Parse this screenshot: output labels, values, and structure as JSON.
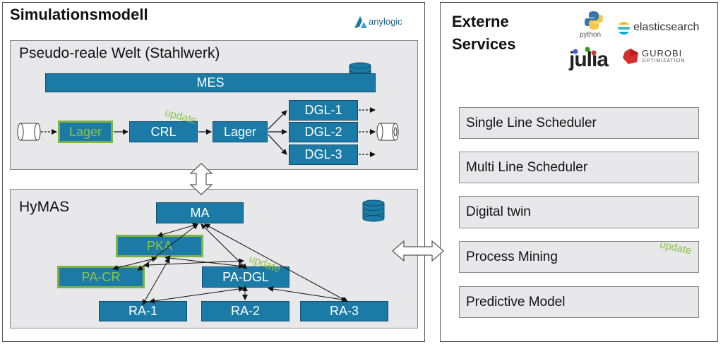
{
  "left_title": "Simulationsmodell",
  "anylogic_label": "anylogic",
  "world": {
    "title": "Pseudo-reale Welt (Stahlwerk)",
    "mes": "MES",
    "lager1": "Lager",
    "crl": "CRL",
    "lager2": "Lager",
    "dgl1": "DGL-1",
    "dgl2": "DGL-2",
    "dgl3": "DGL-3",
    "update": "update"
  },
  "hymas": {
    "title": "HyMAS",
    "ma": "MA",
    "pka": "PKA",
    "pacr": "PA-CR",
    "padgl": "PA-DGL",
    "ra1": "RA-1",
    "ra2": "RA-2",
    "ra3": "RA-3",
    "update": "update"
  },
  "right": {
    "title_line1": "Externe",
    "title_line2": "Services",
    "logos": {
      "python": "python",
      "elasticsearch": "elasticsearch",
      "julia": "julia",
      "gurobi": "GUROBI",
      "gurobi_sub": "OPTIMIZATION"
    },
    "services": [
      "Single Line Scheduler",
      "Multi Line Scheduler",
      "Digital twin",
      "Process Mining",
      "Predictive Model"
    ],
    "update": "update"
  },
  "colors": {
    "box_blue": "#1b7ba6",
    "accent_green": "#8bc34a",
    "panel_gray": "#e8e8ea"
  }
}
